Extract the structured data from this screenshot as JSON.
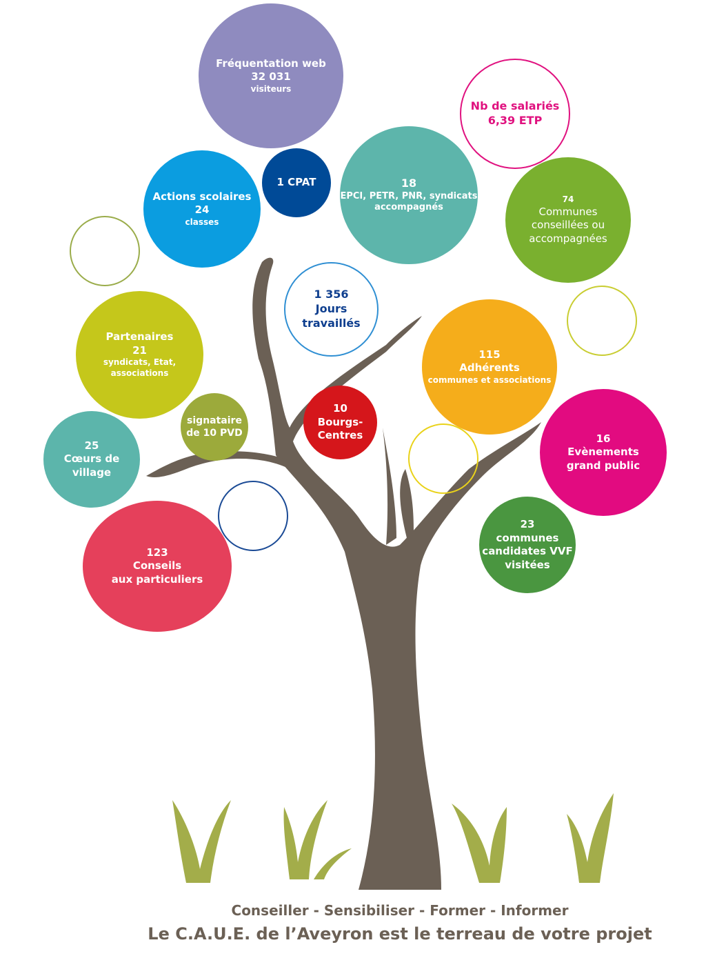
{
  "bubbles": {
    "web": {
      "title": "Fréquentation web",
      "value": "32 031",
      "sub": "visiteurs",
      "color": "#8f8bbf"
    },
    "salaries": {
      "title": "Nb de salariés",
      "value": "6,39 ETP",
      "color": "#e0117f"
    },
    "epci": {
      "value": "18",
      "title": "EPCI, PETR, PNR, syndicats",
      "sub": "accompagnés",
      "color": "#5db5ab"
    },
    "cpat": {
      "title": "1 CPAT",
      "color": "#004a97"
    },
    "scolaires": {
      "title": "Actions scolaires",
      "value": "24",
      "sub": "classes",
      "color": "#0b9de0"
    },
    "communes": {
      "value": "74",
      "line1": "Communes",
      "line2": "conseillées ou",
      "line3": "accompagnées",
      "color": "#7ab02f"
    },
    "jours": {
      "value": "1 356",
      "line1": "Jours",
      "line2": "travaillés",
      "color": "#0f3f8f"
    },
    "partenaires": {
      "title": "Partenaires",
      "value": "21",
      "line1": "syndicats, Etat,",
      "line2": "associations",
      "color": "#c5c71b"
    },
    "adherents": {
      "value": "115",
      "title": "Adhérents",
      "sub": "communes et associations",
      "color": "#f5ad1b"
    },
    "pvd": {
      "line1": "signataire",
      "line2": "de 10 PVD",
      "color": "#9caa3b"
    },
    "bourgs": {
      "value": "10",
      "line1": "Bourgs-",
      "line2": "Centres",
      "color": "#d5161b"
    },
    "coeurs": {
      "value": "25",
      "line1": "Cœurs de",
      "line2": "village",
      "color": "#5cb5ab"
    },
    "evenements": {
      "value": "16",
      "line1": "Evènements",
      "line2": "grand public",
      "color": "#e20b80"
    },
    "conseils": {
      "value": "123",
      "line1": "Conseils",
      "line2": "aux particuliers",
      "color": "#e5405b"
    },
    "vvf": {
      "value": "23",
      "line1": "communes",
      "line2": "candidates VVF",
      "line3": "visitées",
      "color": "#4a9640"
    }
  },
  "footer": {
    "tagline": "Conseiller - Sensibiliser - Former - Informer",
    "slogan": "Le C.A.U.E. de l’Aveyron est le terreau de votre projet"
  }
}
